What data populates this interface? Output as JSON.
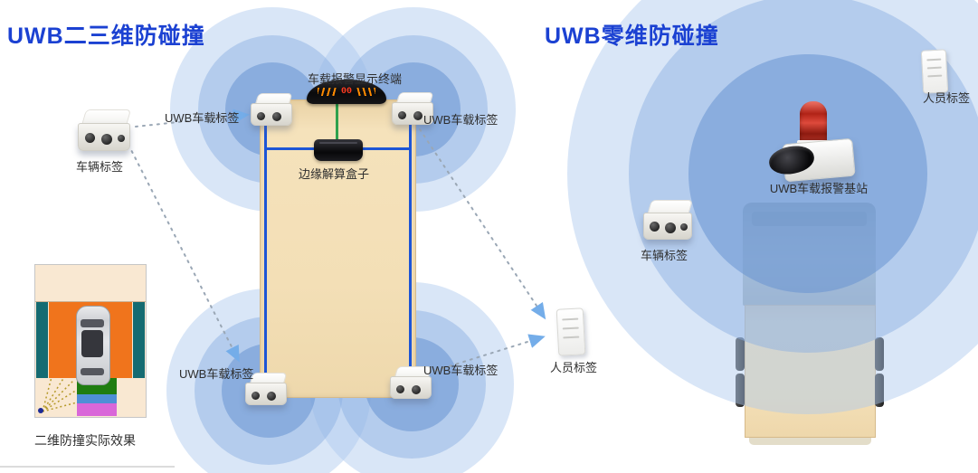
{
  "left": {
    "title": "UWB二三维防碰撞",
    "labels": {
      "display_terminal": "车载报警显示终端",
      "uwb_tag_tl": "UWB车载标签",
      "uwb_tag_tr": "UWB车载标签",
      "uwb_tag_bl": "UWB车载标签",
      "uwb_tag_br": "UWB车载标签",
      "edge_box": "边缘解算盒子",
      "vehicle_tag": "车辆标签",
      "person_tag": "人员标签",
      "effect_caption": "二维防撞实际效果"
    },
    "display_value": "00"
  },
  "right": {
    "title": "UWB零维防碰撞",
    "labels": {
      "base_station": "UWB车载报警基站",
      "vehicle_tag": "车辆标签",
      "person_tag": "人员标签"
    }
  },
  "icons": {
    "radar_rings": "concentric-uwb-signal-circles",
    "uwb_tag": "white-sensor-box",
    "alarm_display": "dashboard-arc-display",
    "edge_box": "black-compute-box",
    "person_badge": "id-badge",
    "base_station": "red-beacon-camera-station",
    "link": "dotted-arrow-line"
  },
  "colors": {
    "title": "#1b41d2",
    "ring_inner": "#6893d2",
    "ring_mid": "#8cafe1",
    "ring_outer": "#adc8ee",
    "truck_bed": "#f3dfb6",
    "wire_blue": "#1d55d6",
    "wire_green": "#2fa14d",
    "dotted": "#9aa7b5",
    "arrow": "#74ade9"
  }
}
